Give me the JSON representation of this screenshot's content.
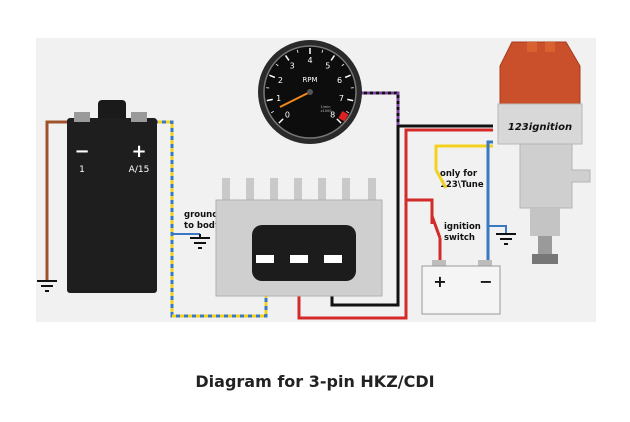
{
  "coil": {
    "neg_symbol": "−",
    "pos_symbol": "+",
    "neg_label": "1",
    "pos_label": "A/15"
  },
  "cdi": {
    "ground_label": [
      "ground",
      "to body"
    ]
  },
  "tacho": {
    "unit": "RPM",
    "sub_label": [
      "1/min",
      "x1000"
    ],
    "ticks": [
      "0",
      "1",
      "2",
      "3",
      "4",
      "5",
      "6",
      "7",
      "8"
    ]
  },
  "switch": {
    "option_label": [
      "only for",
      "123\\Tune"
    ],
    "ignition_label": [
      "ignition",
      "switch"
    ]
  },
  "battery": {
    "pos_symbol": "+",
    "neg_symbol": "−"
  },
  "distributor": {
    "brand": "123ignition"
  },
  "caption": "Diagram for 3-pin HKZ/CDI",
  "colors": {
    "brown": "#a0522d",
    "blue": "#3a78c2",
    "yellow": "#f2d21e",
    "red": "#d42a2a",
    "black": "#111111",
    "purple": "#7a3fa0",
    "cap": "#c9502a",
    "metal": "#c9c9c9"
  }
}
